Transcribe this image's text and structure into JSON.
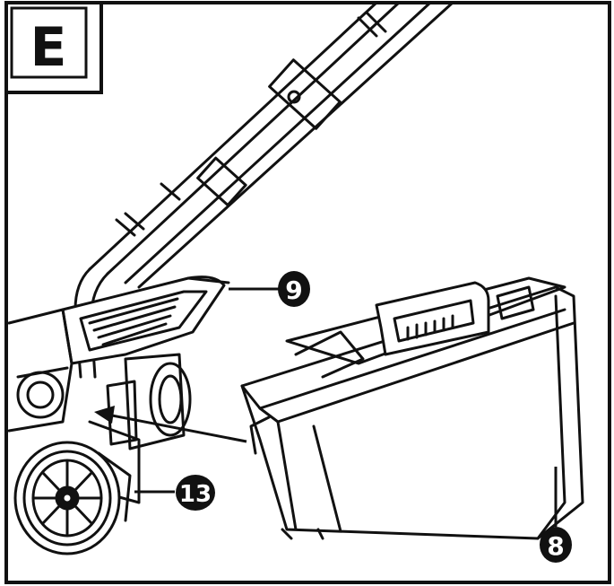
{
  "step": {
    "letter": "E"
  },
  "callouts": [
    {
      "id": "9"
    },
    {
      "id": "13"
    },
    {
      "id": "8"
    }
  ],
  "colors": {
    "ink": "#111111",
    "paper": "#ffffff"
  }
}
